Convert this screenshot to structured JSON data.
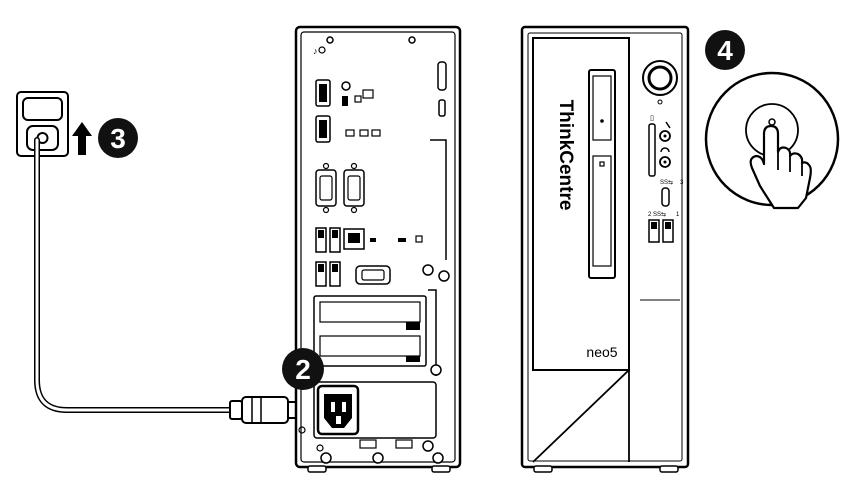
{
  "steps": {
    "step3": "3",
    "step2": "2",
    "step4": "4"
  },
  "front_panel": {
    "brand": "ThinkCentre",
    "model": "neo5",
    "usb_c_index": "3",
    "usb_a_index_left": "2",
    "usb_a_index_right": "1"
  },
  "icons": {
    "power_outlet": "power-outlet-icon",
    "arrow_up": "arrow-up-icon",
    "arrow_right": "arrow-right-icon",
    "hand_press": "hand-press-power-icon",
    "power_button": "power-button-icon",
    "headphone": "headphone-jack-icon",
    "mic": "microphone-jack-icon",
    "usb": "usb-icon",
    "network": "network-port-icon"
  },
  "colors": {
    "line": "#000000",
    "background": "#ffffff",
    "badge": "#111111"
  }
}
